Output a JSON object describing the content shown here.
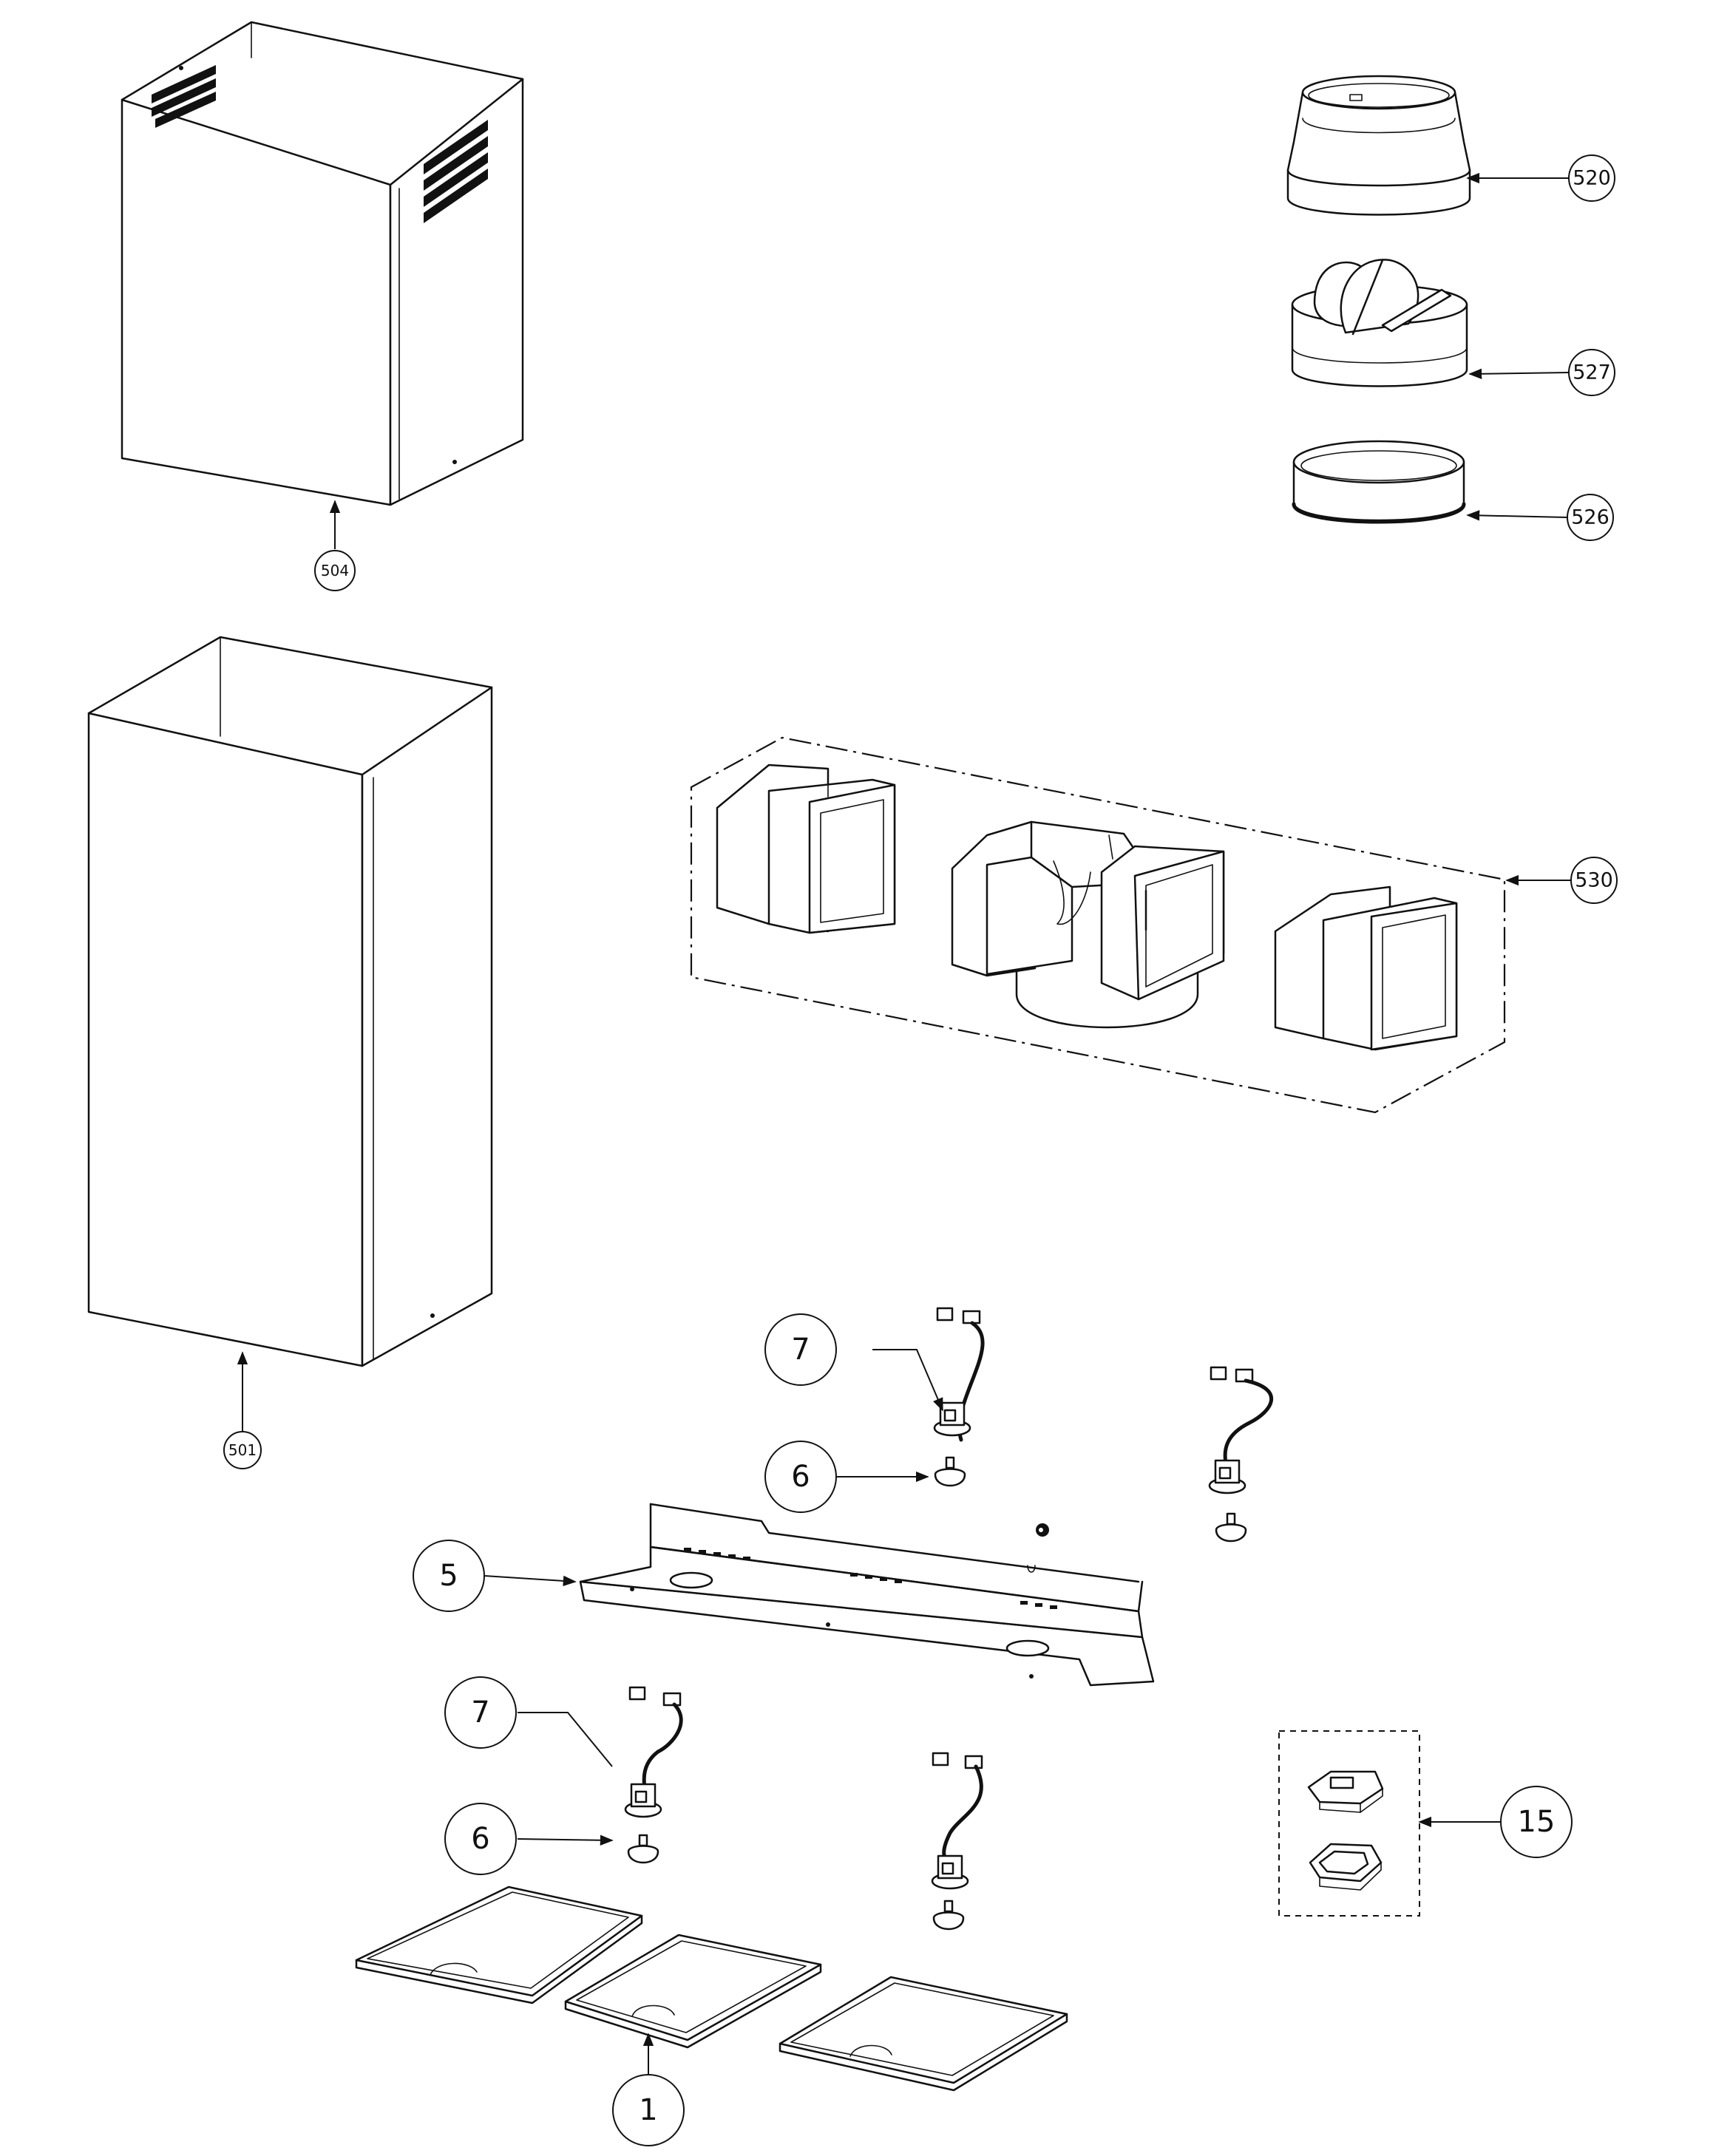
{
  "callouts": {
    "c520": "520",
    "c527": "527",
    "c526": "526",
    "c504": "504",
    "c501": "501",
    "c530": "530",
    "c7a": "7",
    "c6a": "6",
    "c5": "5",
    "c7b": "7",
    "c6b": "6",
    "c15": "15",
    "c1": "1"
  }
}
